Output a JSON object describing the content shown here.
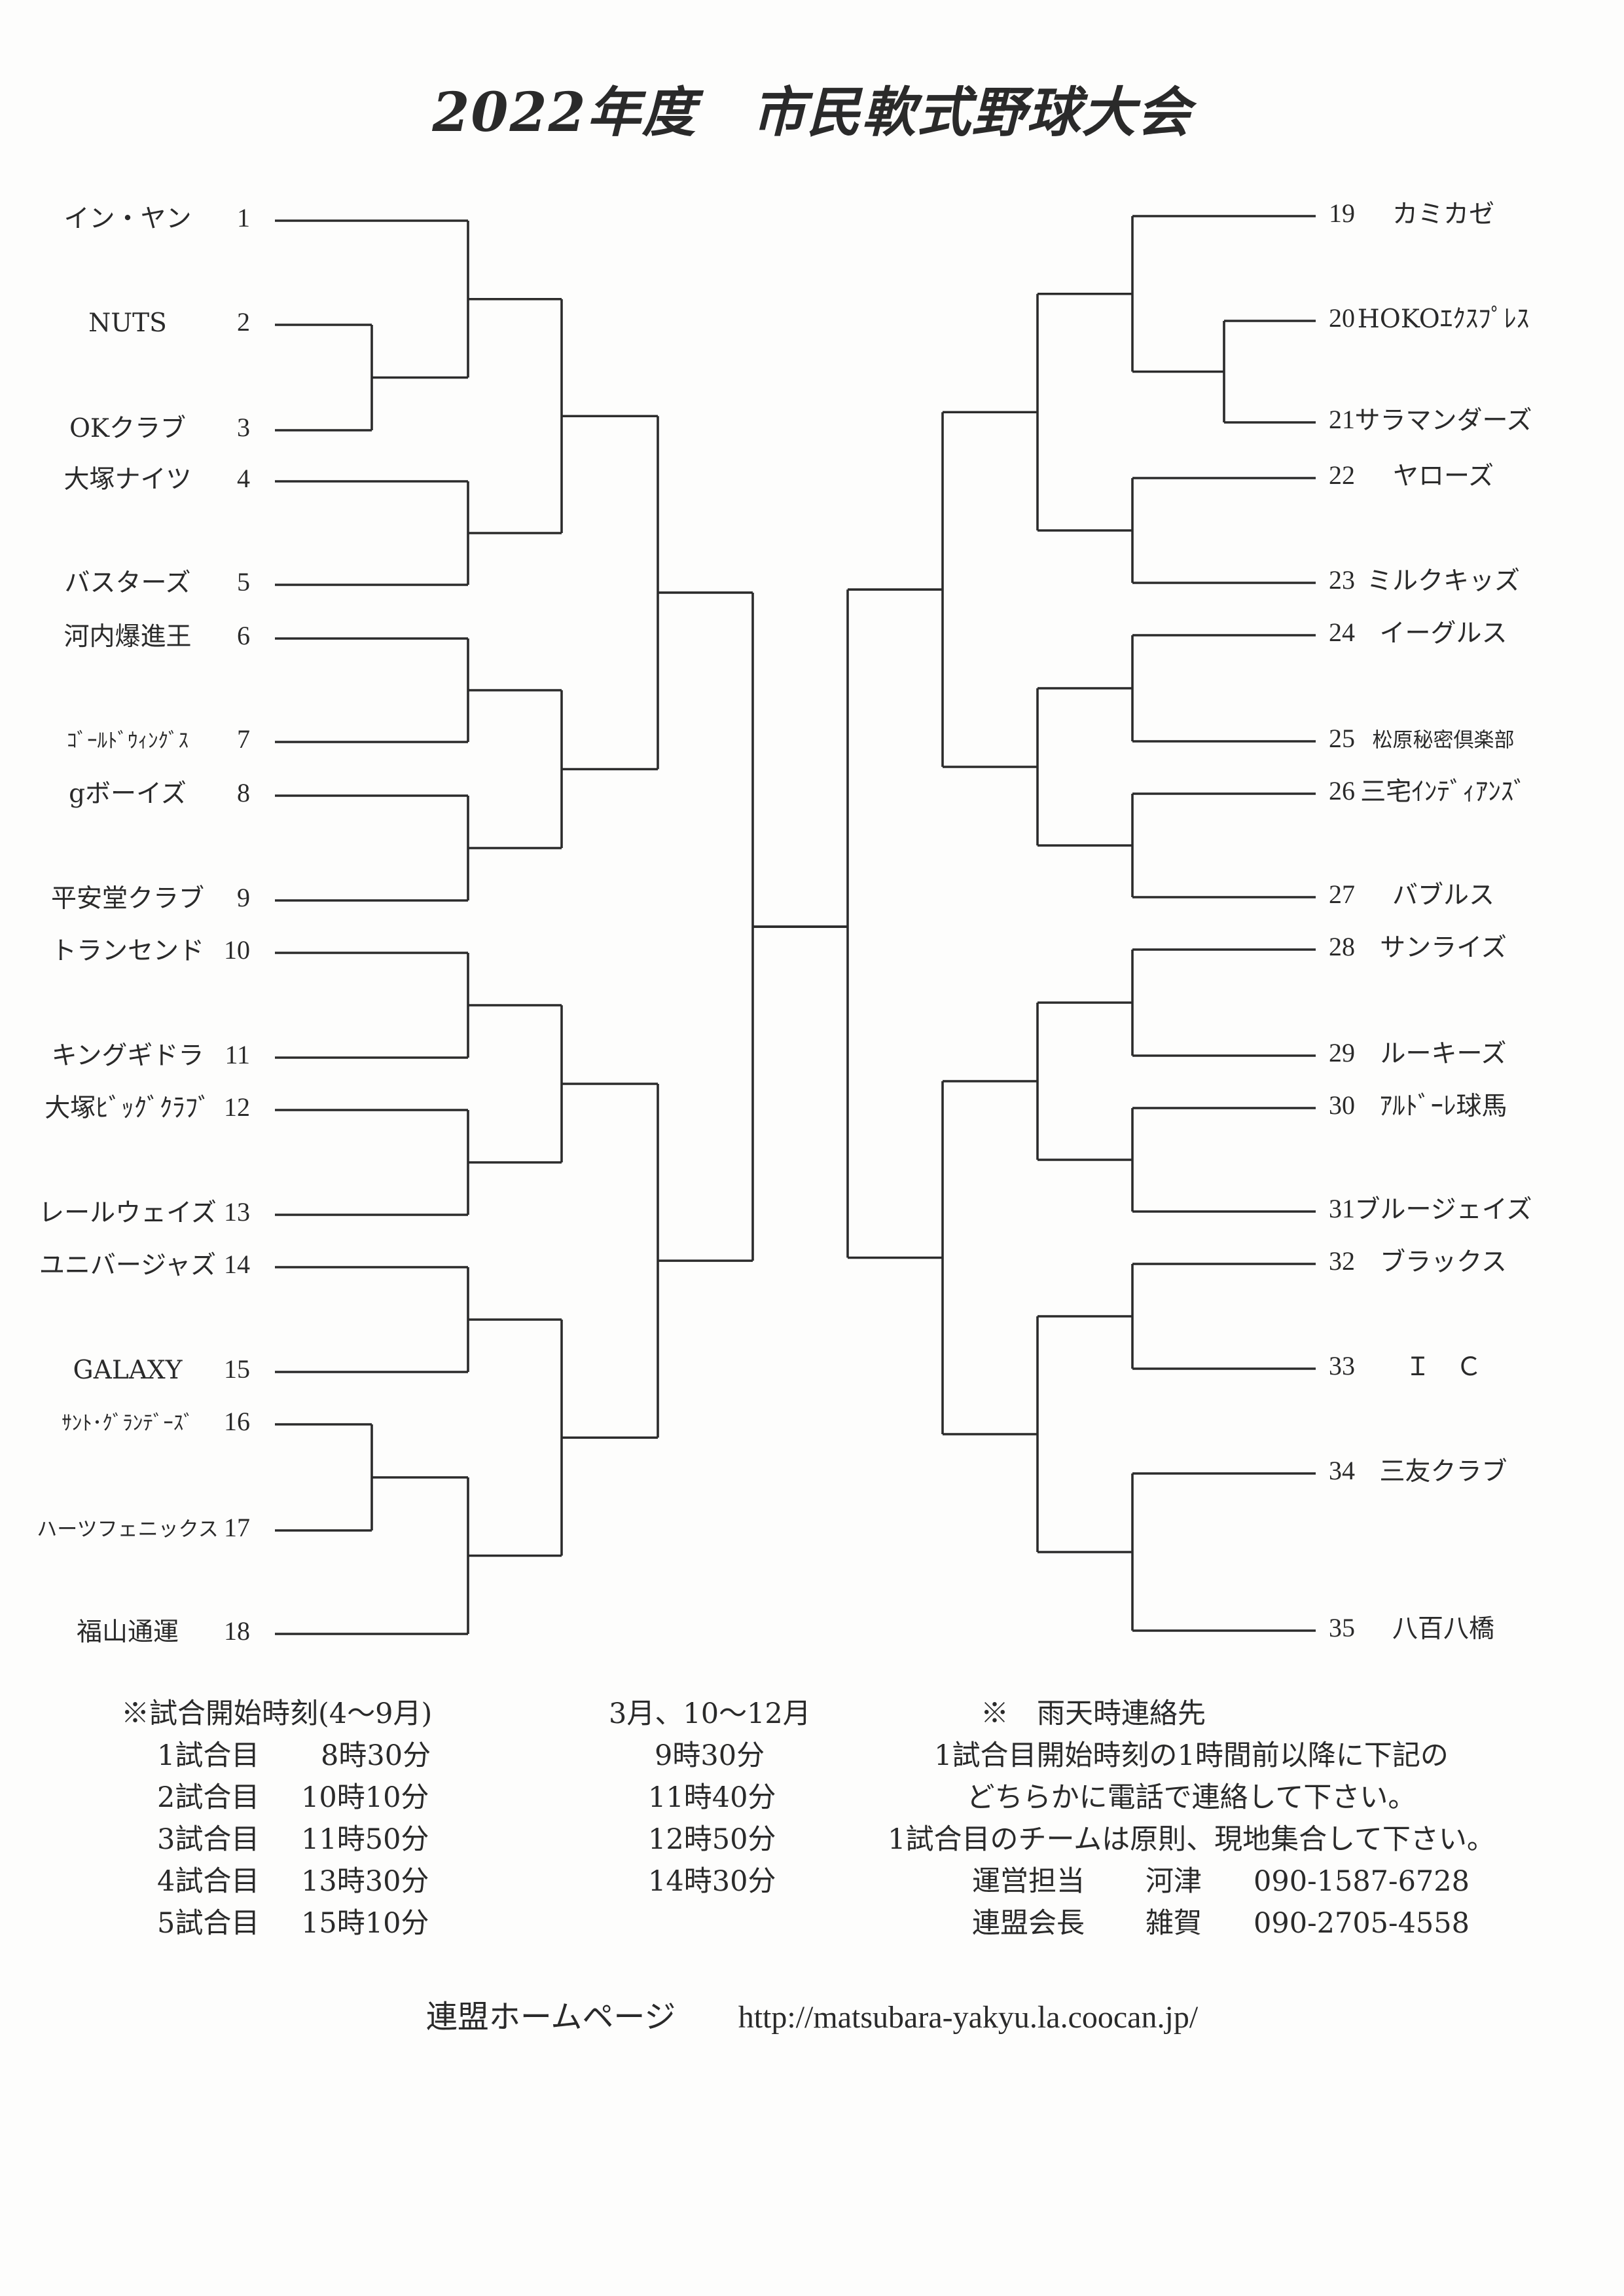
{
  "title": "2022年度　市民軟式野球大会",
  "left_teams": [
    {
      "no": "1",
      "name": "イン・ヤン"
    },
    {
      "no": "2",
      "name": "NUTS"
    },
    {
      "no": "3",
      "name": "OKクラブ"
    },
    {
      "no": "4",
      "name": "大塚ナイツ"
    },
    {
      "no": "5",
      "name": "バスターズ"
    },
    {
      "no": "6",
      "name": "河内爆進王"
    },
    {
      "no": "7",
      "name": "ｺﾞｰﾙﾄﾞｳｨﾝｸﾞｽ",
      "small": true
    },
    {
      "no": "8",
      "name": "gボーイズ"
    },
    {
      "no": "9",
      "name": "平安堂クラブ"
    },
    {
      "no": "10",
      "name": "トランセンド"
    },
    {
      "no": "11",
      "name": "キングギドラ"
    },
    {
      "no": "12",
      "name": "大塚ﾋﾞｯｸﾞｸﾗﾌﾞ"
    },
    {
      "no": "13",
      "name": "レールウェイズ"
    },
    {
      "no": "14",
      "name": "ユニバージャズ"
    },
    {
      "no": "15",
      "name": "GALAXY"
    },
    {
      "no": "16",
      "name": "ｻﾝﾄ･ｸﾞﾗﾝﾃﾞｰｽﾞ",
      "small": true
    },
    {
      "no": "17",
      "name": "ハーツフェニックス",
      "small": true
    },
    {
      "no": "18",
      "name": "福山通運"
    }
  ],
  "right_teams": [
    {
      "no": "19",
      "name": "カミカゼ"
    },
    {
      "no": "20",
      "name": "HOKOｴｸｽﾌﾟﾚｽ"
    },
    {
      "no": "21",
      "name": "サラマンダーズ"
    },
    {
      "no": "22",
      "name": "ヤローズ"
    },
    {
      "no": "23",
      "name": "ミルクキッズ"
    },
    {
      "no": "24",
      "name": "イーグルス"
    },
    {
      "no": "25",
      "name": "松原秘密倶楽部",
      "small": true
    },
    {
      "no": "26",
      "name": "三宅ｲﾝﾃﾞｨｱﾝｽﾞ"
    },
    {
      "no": "27",
      "name": "バブルス"
    },
    {
      "no": "28",
      "name": "サンライズ"
    },
    {
      "no": "29",
      "name": "ルーキーズ"
    },
    {
      "no": "30",
      "name": "ｱﾙﾄﾞｰﾚ球馬"
    },
    {
      "no": "31",
      "name": "ブルージェイズ"
    },
    {
      "no": "32",
      "name": "ブラックス"
    },
    {
      "no": "33",
      "name": "Ｉ　Ｃ"
    },
    {
      "no": "34",
      "name": "三友クラブ"
    },
    {
      "no": "35",
      "name": "八百八橋"
    }
  ],
  "schedule": {
    "header_a": "※試合開始時刻(4～9月)",
    "header_b": "3月、10～12月",
    "rows": [
      {
        "game": "1試合目",
        "time_a": "8時30分",
        "time_b": "9時30分"
      },
      {
        "game": "2試合目",
        "time_a": "10時10分",
        "time_b": "11時40分"
      },
      {
        "game": "3試合目",
        "time_a": "11時50分",
        "time_b": "12時50分"
      },
      {
        "game": "4試合目",
        "time_a": "13時30分",
        "time_b": "14時30分"
      },
      {
        "game": "5試合目",
        "time_a": "15時10分",
        "time_b": ""
      }
    ]
  },
  "rain": {
    "title": "※　雨天時連絡先",
    "line1": "1試合目開始時刻の1時間前以降に下記の",
    "line2": "どちらかに電話で連絡して下さい。",
    "line3": "1試合目のチームは原則、現地集合して下さい。",
    "contacts": [
      {
        "role": "運営担当",
        "name": "河津",
        "phone": "090-1587-6728"
      },
      {
        "role": "連盟会長",
        "name": "雑賀",
        "phone": "090-2705-4558"
      }
    ]
  },
  "footer": {
    "label": "連盟ホームページ",
    "url": "http://matsubara-yakyu.la.coocan.jp/"
  },
  "colors": {
    "ink": "#2b2b2b",
    "paper": "#fdfdfc"
  }
}
